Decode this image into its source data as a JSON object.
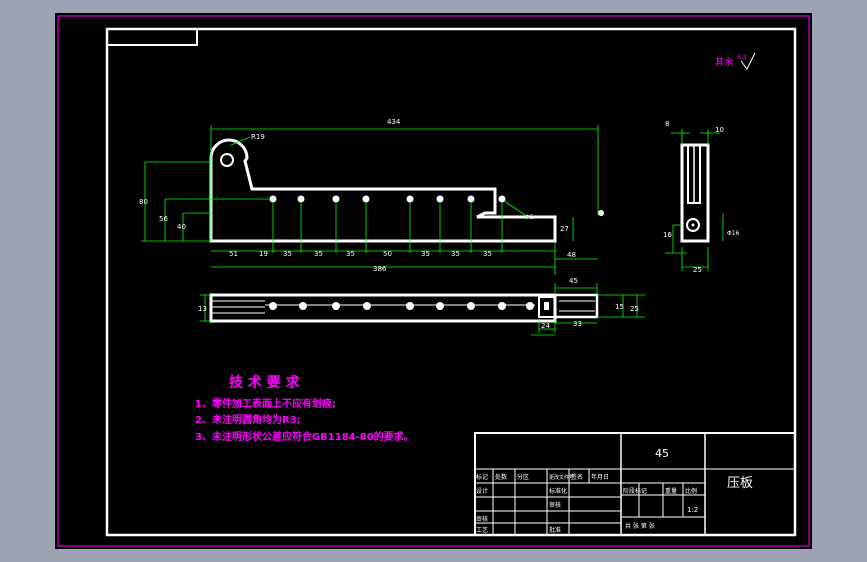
{
  "drawing": {
    "surface_note": "其余",
    "surface_value": "6.3",
    "colors": {
      "background": "#000000",
      "frame": "#ffffff",
      "outer_frame": "#ff00ff",
      "dimension": "#00ff00",
      "notes": "#ff00ff",
      "title_block": "#ffffff",
      "viewport": "#9ea3b3"
    }
  },
  "dimensions": {
    "front_overall_length": "434",
    "radius": "R19",
    "height_80": "80",
    "height_56": "56",
    "height_40": "40",
    "hole_dia": "Φ5",
    "right_27": "27",
    "right_48": "48",
    "seg_51": "51",
    "seg_19": "19",
    "seg_35a": "35",
    "seg_35b": "35",
    "seg_35c": "35",
    "seg_50": "50",
    "seg_35d": "35",
    "seg_35e": "35",
    "seg_35f": "35",
    "total_386": "386",
    "side_8": "8",
    "side_10": "10",
    "side_16": "16",
    "side_dia16": "Φ16",
    "side_25": "25",
    "top_13": "13",
    "top_45": "45",
    "top_15": "15",
    "top_25": "25",
    "top_24": "24",
    "top_33": "33"
  },
  "notes": {
    "title": "技 术 要 求",
    "item1": "1、零件加工表面上不应有划痕;",
    "item2": "2、未注明圆角均为R3;",
    "item3": "3、未注明形状公差应符合GB1184-80的要求。"
  },
  "title_block": {
    "material": "45",
    "part_name": "压板",
    "scale": "1:2",
    "labels": {
      "mark": "标记",
      "count": "处数",
      "zone": "分区",
      "change_doc": "更改文件号",
      "sign": "签名",
      "date": "年月日",
      "design": "设计",
      "standardize": "标准化",
      "review": "审核",
      "process": "工艺",
      "check": "审核",
      "approve": "批准",
      "stage_mark": "阶段标记",
      "weight": "重量",
      "ratio": "比例",
      "sheets": "共  张  第  张"
    }
  }
}
